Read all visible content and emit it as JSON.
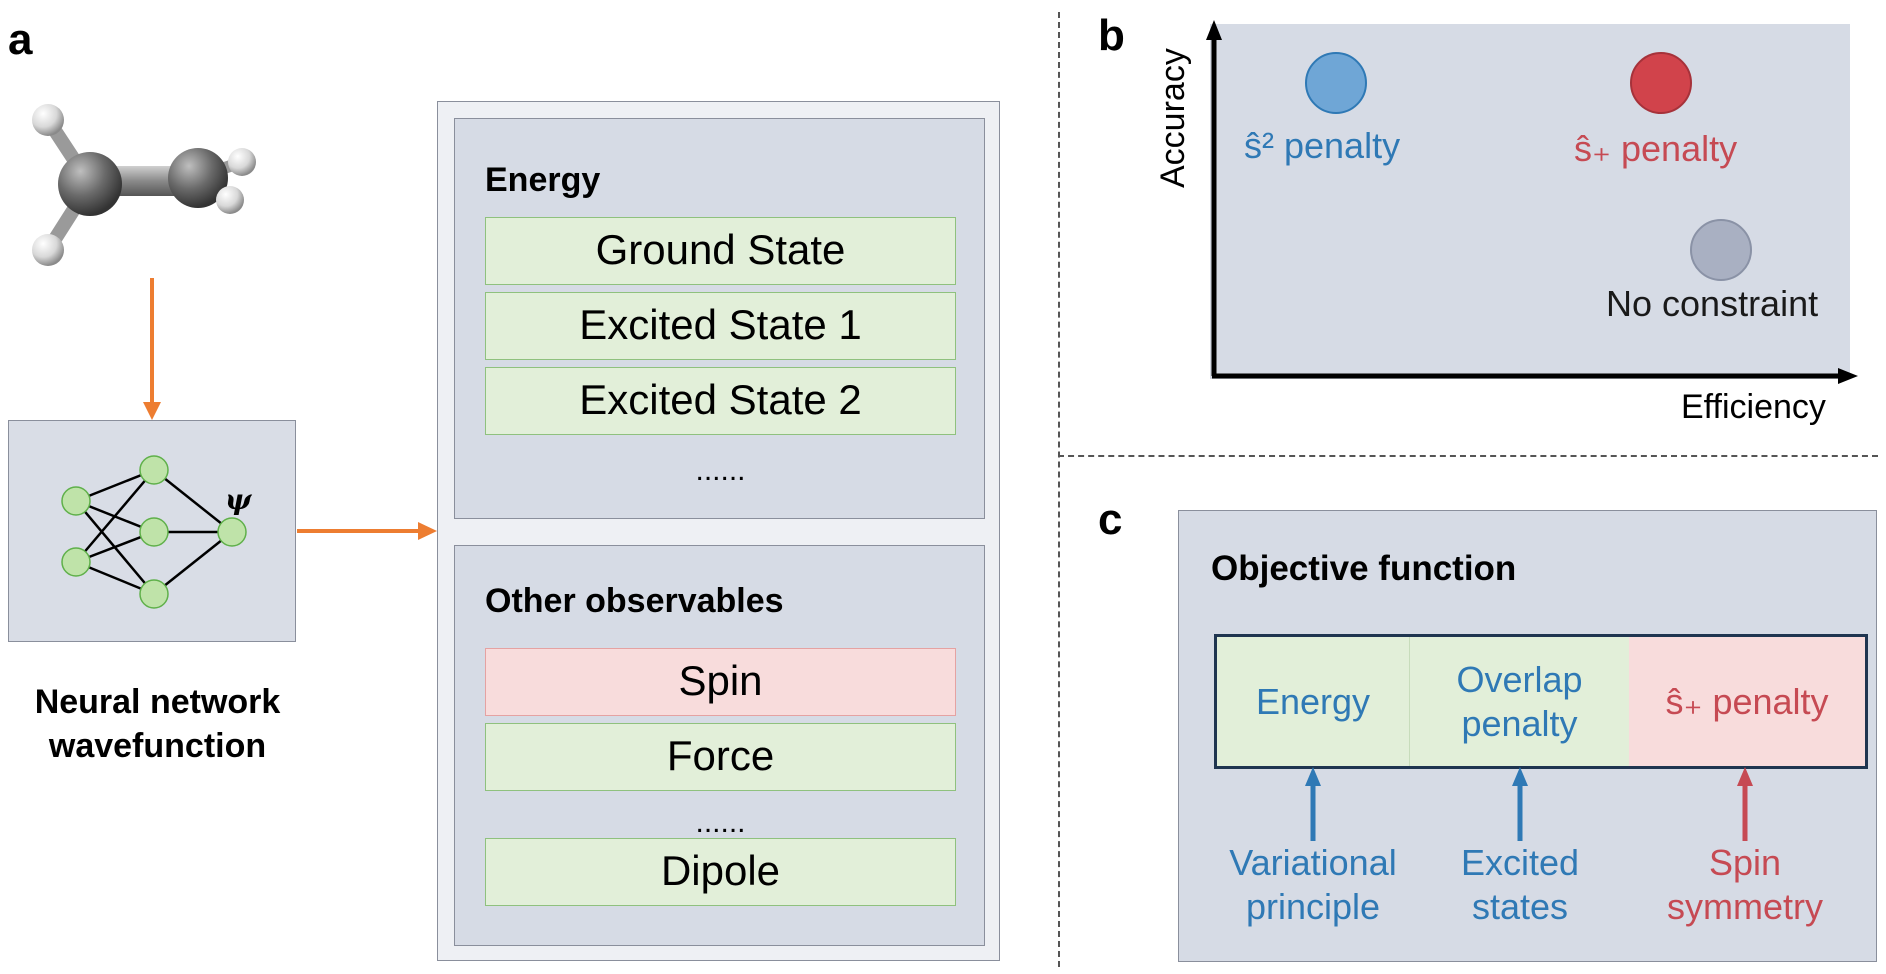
{
  "panel_letters": {
    "a": "a",
    "b": "b",
    "c": "c"
  },
  "panel_a": {
    "molecule_icon": "ethylene-molecule-icon",
    "nn_symbol": "ψ",
    "nn_label_line1": "Neural network",
    "nn_label_line2": "wavefunction",
    "energy": {
      "title": "Energy",
      "items": [
        "Ground State",
        "Excited State 1",
        "Excited State 2"
      ],
      "ellipsis": "......"
    },
    "observables": {
      "title": "Other observables",
      "items": [
        "Spin",
        "Force"
      ],
      "ellipsis": "......",
      "last_item": "Dipole"
    },
    "arrow_color": "#ed7d31"
  },
  "panel_b": {
    "y_axis_label": "Accuracy",
    "x_axis_label": "Efficiency",
    "points": [
      {
        "label": "ŝ² penalty",
        "color": "#6fa6d6",
        "text_color": "#2f79b5",
        "efficiency": "low",
        "accuracy": "high"
      },
      {
        "label": "ŝ₊ penalty",
        "color": "#d1434b",
        "text_color": "#c64a53",
        "efficiency": "high",
        "accuracy": "high"
      },
      {
        "label": "No constraint",
        "color": "#a9b0c2",
        "text_color": "#1a1a1a",
        "efficiency": "high",
        "accuracy": "low"
      }
    ]
  },
  "panel_c": {
    "title": "Objective function",
    "terms": [
      {
        "line1": "Energy",
        "line2": ""
      },
      {
        "line1": "Overlap",
        "line2": "penalty"
      },
      {
        "line1": "ŝ₊ penalty",
        "line2": ""
      }
    ],
    "explanations": [
      {
        "line1": "Variational",
        "line2": "principle",
        "color": "#2f79b5"
      },
      {
        "line1": "Excited",
        "line2": "states",
        "color": "#2f79b5"
      },
      {
        "line1": "Spin",
        "line2": "symmetry",
        "color": "#c64a53"
      }
    ]
  }
}
